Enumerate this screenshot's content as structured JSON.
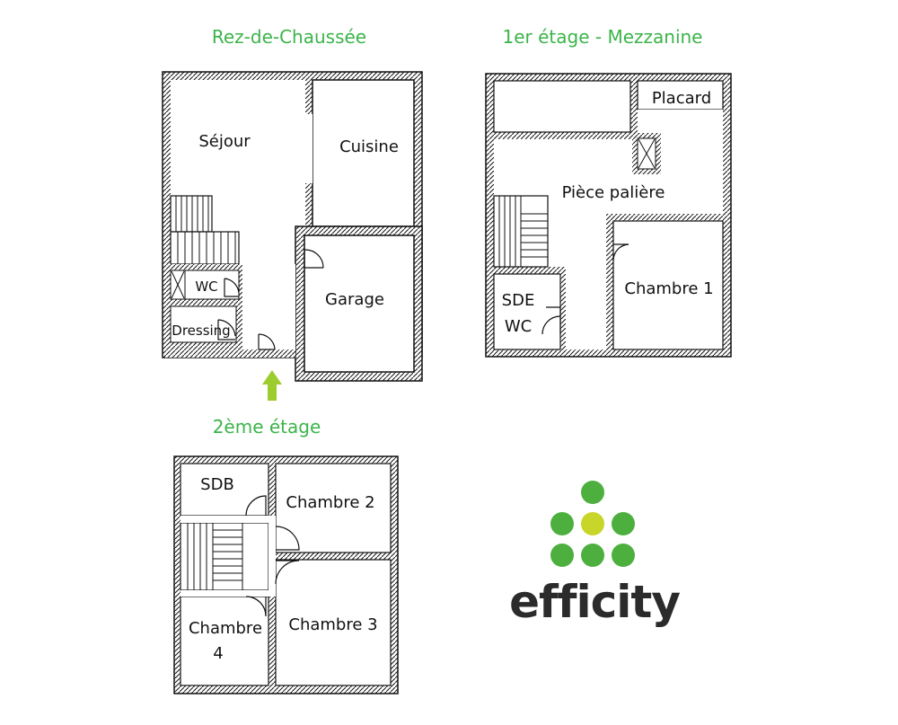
{
  "floors": {
    "ground": {
      "title": "Rez-de-Chaussée",
      "rooms": {
        "sejour": "Séjour",
        "cuisine": "Cuisine",
        "wc": "WC",
        "dressing": "Dressing",
        "garage": "Garage"
      }
    },
    "first": {
      "title": "1er étage - Mezzanine",
      "rooms": {
        "placard": "Placard",
        "piece_paliere": "Pièce palière",
        "sde_line1": "SDE",
        "sde_line2": "WC",
        "chambre1": "Chambre 1"
      }
    },
    "second": {
      "title": "2ème étage",
      "rooms": {
        "sdb": "SDB",
        "chambre2": "Chambre 2",
        "chambre3": "Chambre 3",
        "chambre4_line1": "Chambre",
        "chambre4_line2": "4"
      }
    }
  },
  "logo": {
    "text": "efficity",
    "colors": {
      "green": "#4caf3e",
      "lime": "#c8d62a",
      "text": "#2b2b2b"
    }
  },
  "colors": {
    "title": "#3cb44a",
    "wall": "#111111",
    "arrow": "#9ccc2e"
  }
}
